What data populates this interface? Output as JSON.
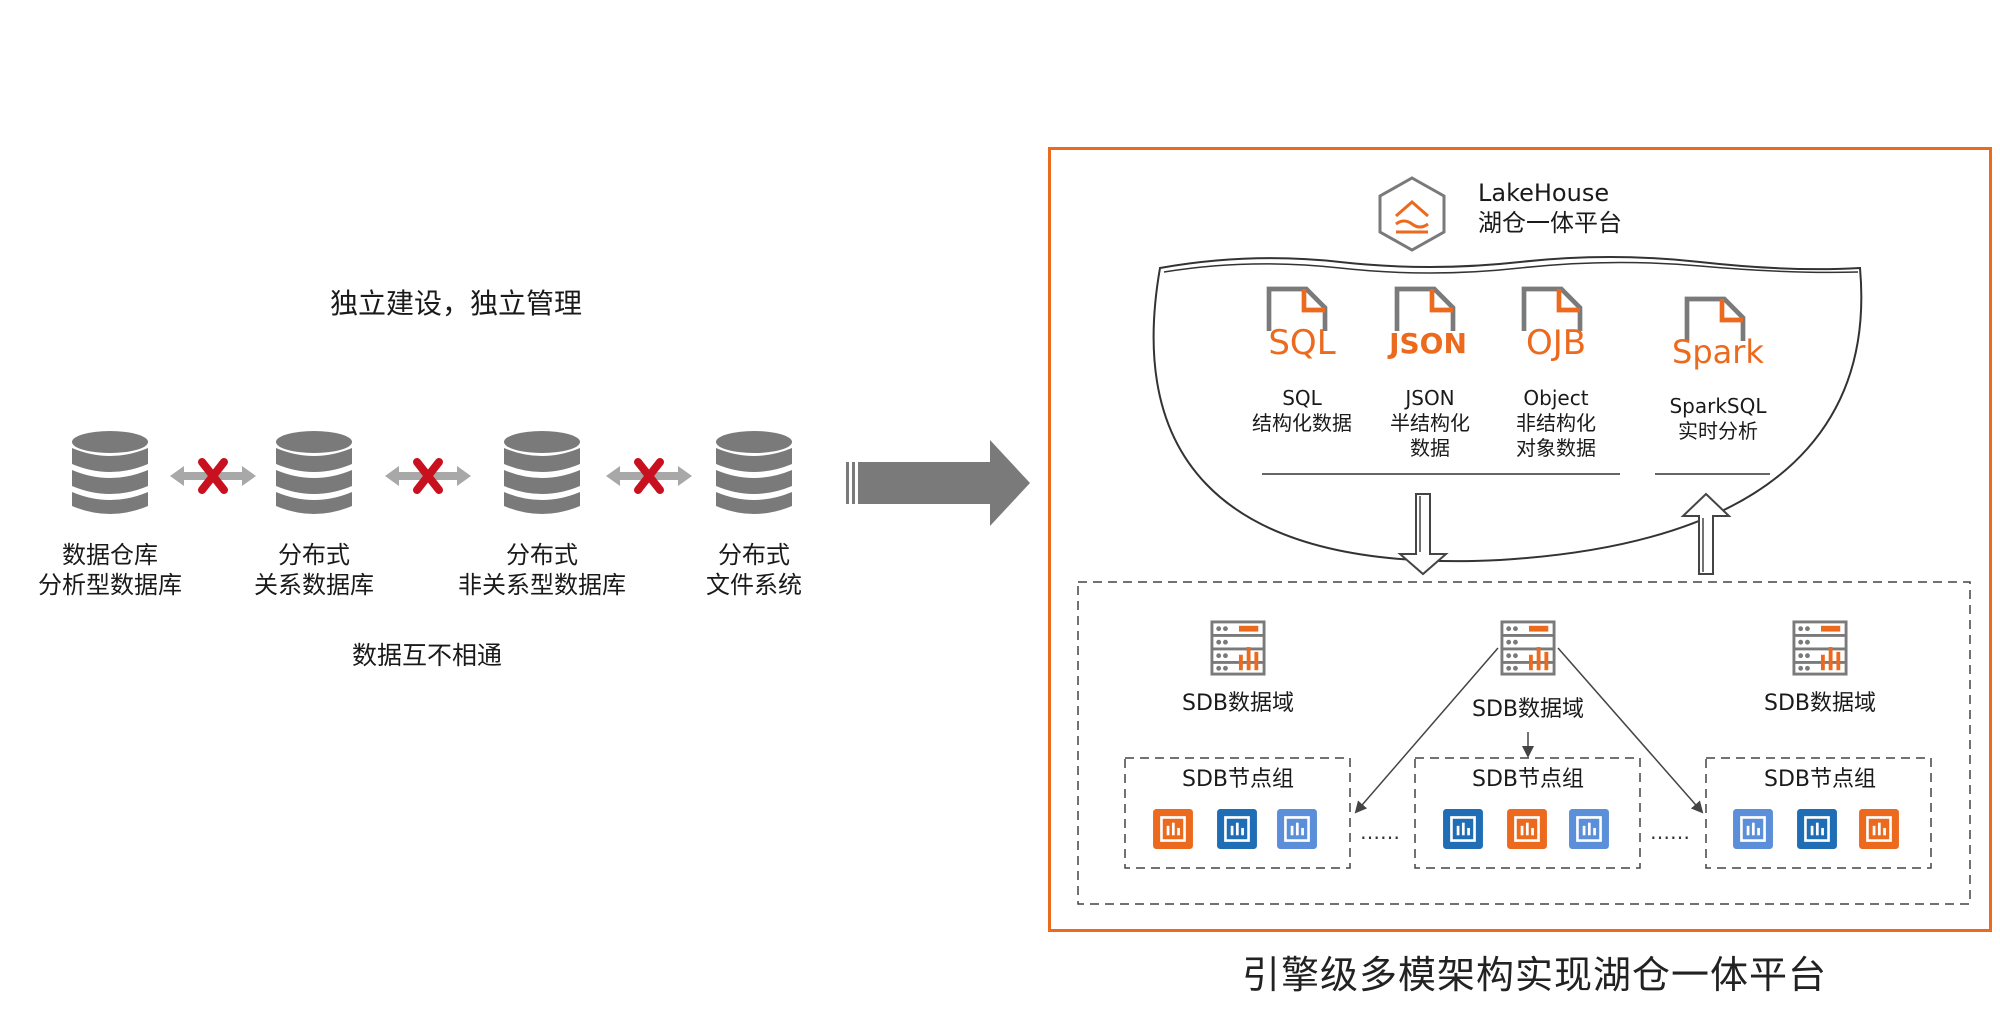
{
  "left": {
    "title": "独立建设，独立管理",
    "footer": "数据互不相通",
    "databases": [
      {
        "line1": "数据仓库",
        "line2": "分析型数据库"
      },
      {
        "line1": "分布式",
        "line2": "关系数据库"
      },
      {
        "line1": "分布式",
        "line2": "非关系型数据库"
      },
      {
        "line1": "分布式",
        "line2": "文件系统"
      }
    ]
  },
  "right": {
    "platform": {
      "name_en": "LakeHouse",
      "name_zh": "湖仓一体平台"
    },
    "formats": [
      {
        "icon_text": "SQL",
        "line1": "SQL",
        "line2": "结构化数据",
        "line3": ""
      },
      {
        "icon_text": "JSON",
        "line1": "JSON",
        "line2": "半结构化",
        "line3": "数据"
      },
      {
        "icon_text": "OJB",
        "line1": "Object",
        "line2": "非结构化",
        "line3": "对象数据"
      },
      {
        "icon_text": "Spark",
        "line1": "SparkSQL",
        "line2": "实时分析",
        "line3": ""
      }
    ],
    "domains": [
      "SDB数据域",
      "SDB数据域",
      "SDB数据域"
    ],
    "node_groups": [
      "SDB节点组",
      "SDB节点组",
      "SDB节点组"
    ],
    "ellipsis": [
      "……",
      "……"
    ]
  },
  "caption": "引擎级多模架构实现湖仓一体平台",
  "colors": {
    "accent": "#ec6a1e",
    "blue": "#1f6db5",
    "light_blue": "#5b8fd9",
    "gray": "#7f7f7f"
  }
}
